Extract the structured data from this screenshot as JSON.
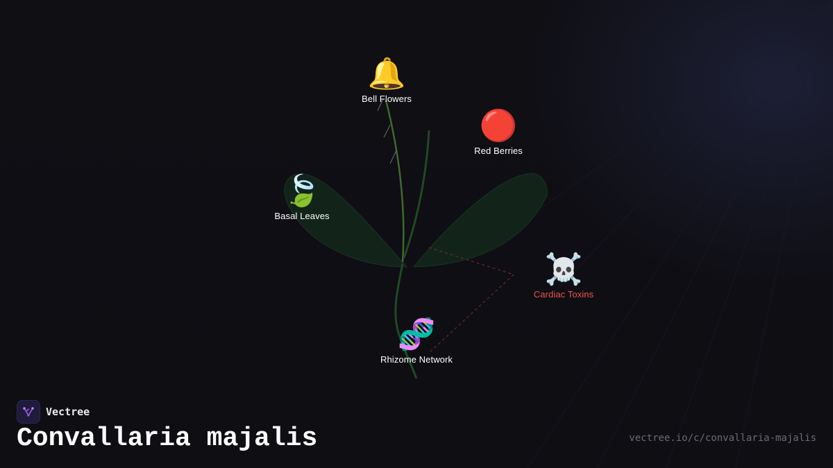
{
  "brand": {
    "name": "Vectree",
    "logo_color": "#9b5de5"
  },
  "title": "Convallaria majalis",
  "url": "vectree.io/c/convallaria-majalis",
  "nodes": {
    "bell_flowers": {
      "icon": "🔔",
      "icon_name": "bell-icon",
      "label": "Bell Flowers"
    },
    "red_berries": {
      "icon": "🔴",
      "icon_name": "red-circle-icon",
      "label": "Red Berries"
    },
    "basal_leaves": {
      "icon": "🍃",
      "icon_name": "leaf-icon",
      "label": "Basal Leaves"
    },
    "cardiac_toxins": {
      "icon": "☠️",
      "icon_name": "skull-crossbones-icon",
      "label": "Cardiac Toxins",
      "label_color": "#ef5350"
    },
    "rhizome_network": {
      "icon": "🧬",
      "icon_name": "dna-icon",
      "label": "Rhizome Network"
    }
  },
  "colors": {
    "background": "#0e0e13",
    "leaf_fill": "#12241a",
    "stem": "#2f5a2a",
    "toxin_link": "#6b2a2a"
  }
}
